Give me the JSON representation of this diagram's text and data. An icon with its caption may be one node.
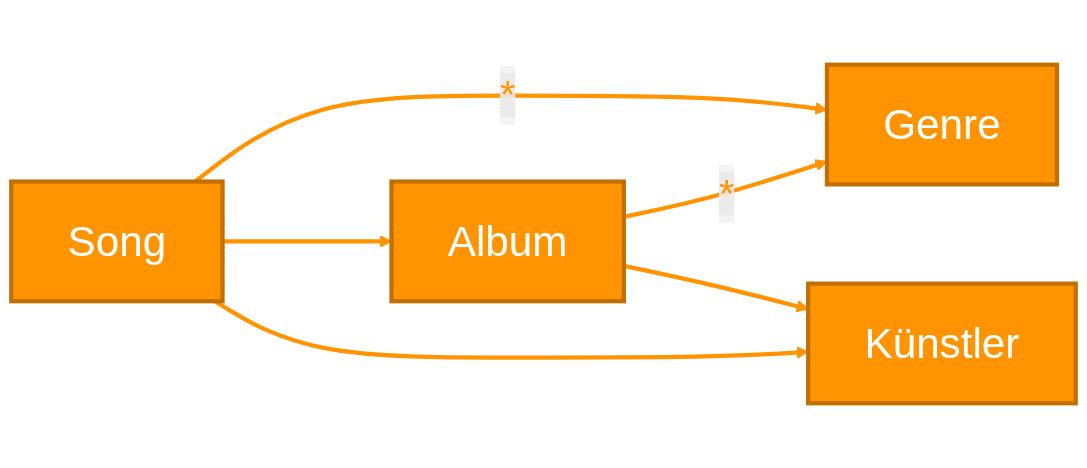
{
  "diagram": {
    "nodes": [
      {
        "text": [
          "Album"
        ]
      },
      {
        "text": [
          "Song"
        ]
      },
      {
        "text": [
          "Genre"
        ]
      },
      {
        "text": [
          "Künstler"
        ]
      }
    ],
    "edges": [
      {
        "from": 1,
        "to": 0,
        "arrow": "to"
      },
      {
        "from": 0,
        "to": 2,
        "arrow": "to",
        "label": "*"
      },
      {
        "from": 1,
        "to": 2,
        "arrow": "to",
        "label": "*"
      },
      {
        "from": 1,
        "to": 3,
        "arrow": "to"
      },
      {
        "from": 0,
        "to": 3,
        "arrow": "to"
      }
    ]
  }
}
